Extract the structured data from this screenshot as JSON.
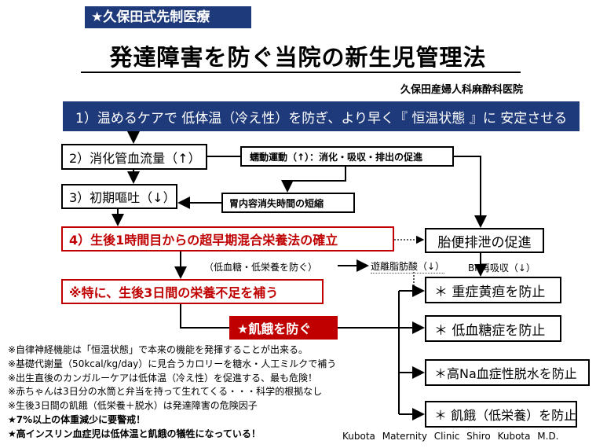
{
  "header": {
    "tag": "★久保田式先制医療",
    "title": "発達障害を防ぐ当院の新生児管理法",
    "clinic": "久保田産婦人科麻酔科医院"
  },
  "steps": {
    "step1": "1）温めるケアで 低体温（冷え性）を防ぎ、より早く『 恒温状態 』に 安定させる",
    "step2": "2）消化管血流量（↑）",
    "step3": "3）初期嘔吐（↓）",
    "peristalsis": "蠕動運動（↑）：消化・吸収・排出の促進",
    "gastric": "胃内容消失時間の短縮",
    "step4": "4）生後1時間目からの超早期混合栄養法の確立",
    "meconium": "胎便排泄の促進",
    "special": "※特に、生後3日間の栄養不足を補う",
    "hunger": "★飢餓を防ぐ"
  },
  "annotations": {
    "prevent_low": "（低血糖・低栄養を防ぐ）",
    "ffa": "遊離脂肪酸（↓）",
    "bn": "Bn再吸収（↓）"
  },
  "outcomes": [
    "＊ 重症黄疸を防止",
    "＊ 低血糖症を防止",
    "＊高Na血症性脱水を防止",
    "＊ 飢餓（低栄養）を防止"
  ],
  "notes": [
    "※自律神経機能は「恒温状態」で本来の機能を発揮することが出来る。",
    "※基礎代謝量（50kcal/kg/day）に見合うカロリーを糖水・人工ミルクで補う",
    "※出生直後のカンガルーケアは低体温（冷え性）を促進する、最も危険！",
    "※赤ちゃんは3日分の水筒と弁当を持って生れてくる・・・科学的根拠なし",
    "※生後3日間の飢餓（低栄養＋脱水）は発達障害の危険因子",
    "★7%以上の体重減少に要警戒！",
    "★高インスリン血症児は低体温と飢餓の犠牲になっている！"
  ],
  "credit": "Kubota  Maternity  Clinic  Shiro Kubota M.D.",
  "colors": {
    "navy": "#1f3a7a",
    "red": "#c00000"
  }
}
